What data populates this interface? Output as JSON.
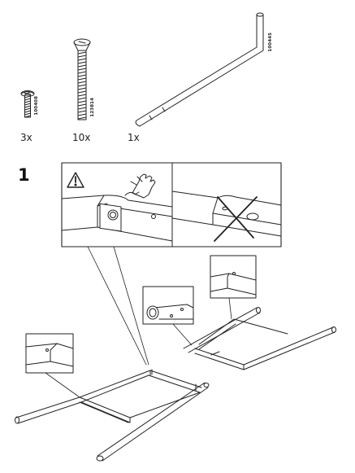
{
  "parts": [
    {
      "qty": "3x",
      "code": "100408",
      "icon": "screw-short-icon"
    },
    {
      "qty": "10x",
      "code": "123814",
      "icon": "bolt-long-icon"
    },
    {
      "qty": "1x",
      "code": "100445",
      "icon": "allen-key-icon"
    }
  ],
  "step": {
    "number": "1"
  },
  "icons": {
    "warning": "warning-triangle-icon",
    "hand": "hand-touch-icon",
    "wrong": "cross-mark-icon"
  }
}
